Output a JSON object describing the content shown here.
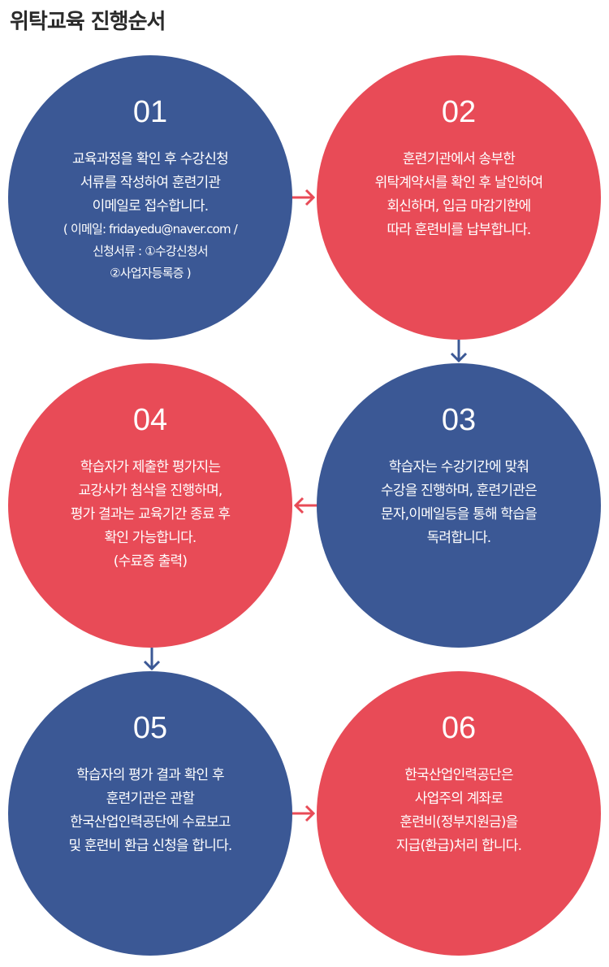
{
  "title": "위탁교육 진행순서",
  "colors": {
    "blue": "#3b5895",
    "red": "#e84b57"
  },
  "steps": [
    {
      "number": "01",
      "lines": [
        "교육과정을 확인 후 수강신청",
        "서류를 작성하여 훈련기관",
        "이메일로 접수합니다."
      ],
      "small_lines": [
        "( 이메일: fridayedu@naver.com /",
        "신청서류 : ①수강신청서",
        "②사업자등록증 )"
      ]
    },
    {
      "number": "02",
      "lines": [
        "훈련기관에서 송부한",
        "위탁계약서를 확인 후 날인하여",
        "회신하며, 입금 마감기한에",
        "따라 훈련비를 납부합니다."
      ]
    },
    {
      "number": "03",
      "lines": [
        "학습자는 수강기간에 맞춰",
        "수강을 진행하며, 훈련기관은",
        "문자,이메일등을 통해 학습을",
        "독려합니다."
      ]
    },
    {
      "number": "04",
      "lines": [
        "학습자가 제출한 평가지는",
        "교강사가 첨삭을 진행하며,",
        "평가 결과는 교육기간 종료 후",
        "확인 가능합니다.",
        "(수료증 출력)"
      ]
    },
    {
      "number": "05",
      "lines": [
        "학습자의 평가 결과 확인 후",
        "훈련기관은 관할",
        "한국산업인력공단에 수료보고",
        "및 훈련비 환급 신청을 합니다."
      ]
    },
    {
      "number": "06",
      "lines": [
        "한국산업인력공단은",
        "사업주의 계좌로",
        "훈련비(정부지원금)을",
        "지급(환급)처리 합니다."
      ]
    }
  ]
}
